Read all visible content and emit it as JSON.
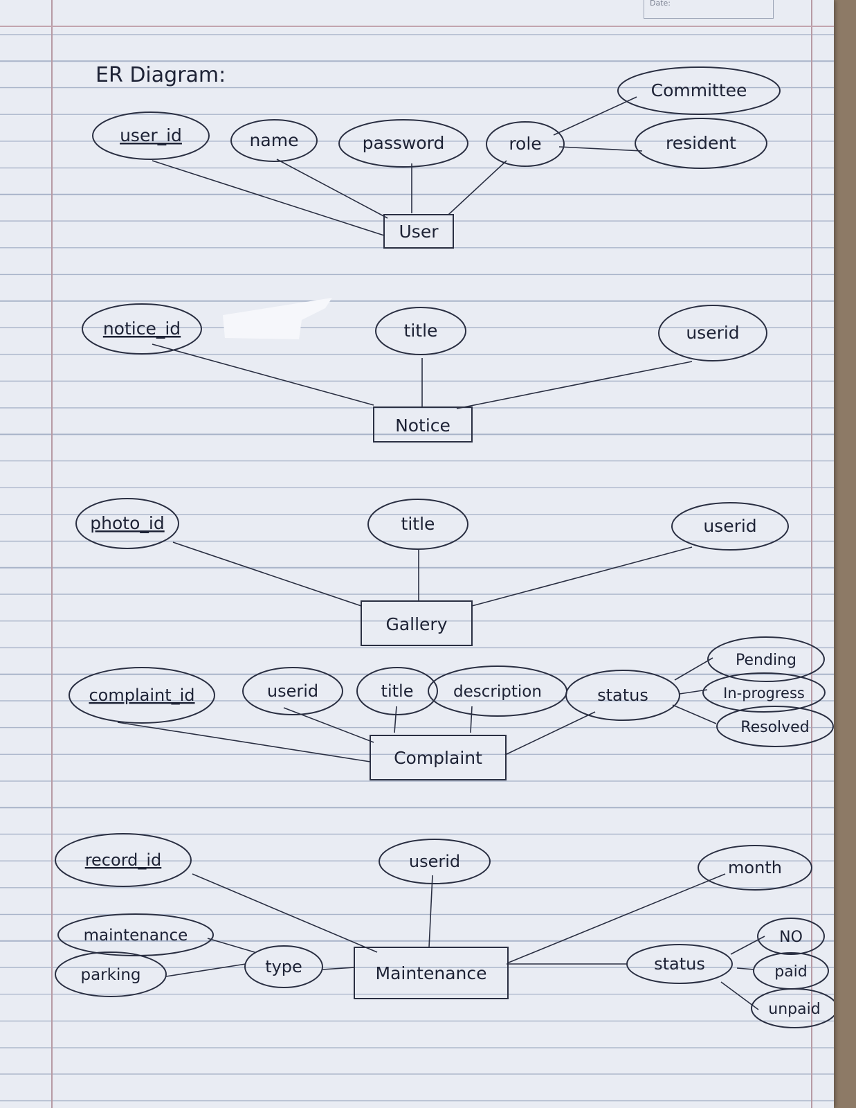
{
  "header": {
    "date_label": "Date:"
  },
  "title": "ER Diagram:",
  "entities": {
    "user": "User",
    "notice": "Notice",
    "gallery": "Gallery",
    "complaint": "Complaint",
    "maintenance": "Maintenance"
  },
  "user_attrs": {
    "userid": "user_id",
    "name": "name",
    "password": "password",
    "role": "role",
    "committee": "Committee",
    "resident": "resident"
  },
  "notice_attrs": {
    "noticeid": "notice_id",
    "title": "title",
    "userid": "userid"
  },
  "gallery_attrs": {
    "photoid": "photo_id",
    "title": "title",
    "userid": "userid"
  },
  "complaint_attrs": {
    "complaintid": "complaint_id",
    "userid": "userid",
    "title": "title",
    "description": "description",
    "status": "status",
    "pending": "Pending",
    "inprogress": "In-progress",
    "resolved": "Resolved"
  },
  "maintenance_attrs": {
    "recordid": "record_id",
    "userid": "userid",
    "month": "month",
    "maintenance": "maintenance",
    "parking": "parking",
    "type": "type",
    "status": "status",
    "no": "NO",
    "paid": "paid",
    "unpaid": "unpaid"
  },
  "colors": {
    "paper": "#e9ecf3",
    "ruling": "#a9b4c9",
    "ink": "#1d2235",
    "desk": "#8d7a66"
  }
}
